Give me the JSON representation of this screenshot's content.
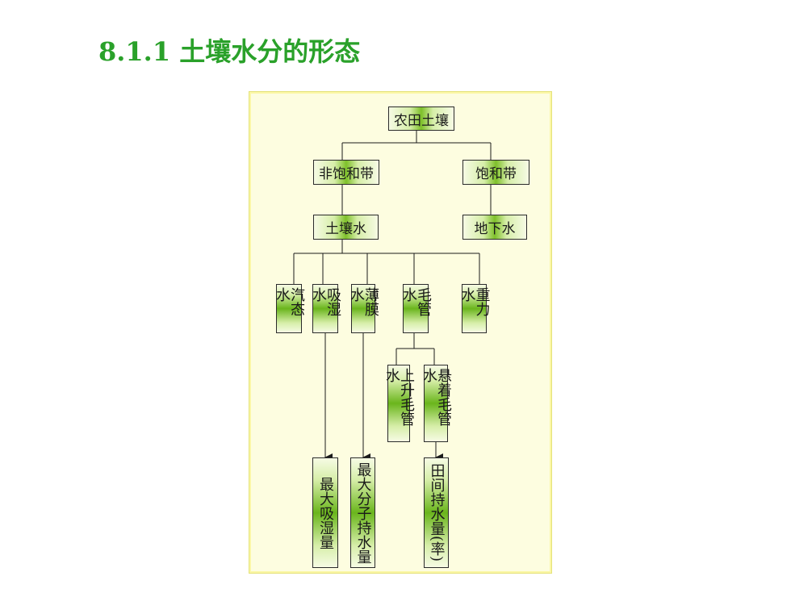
{
  "title": "8.1.1 土壤水分的形态",
  "diagram": {
    "root": "农田土壤",
    "unsaturated_zone": "非饱和带",
    "saturated_zone": "饱和带",
    "soil_water": "土壤水",
    "groundwater": "地下水",
    "vapor_water": "汽态水",
    "hygroscopic_water": "吸湿水",
    "film_water": "薄膜水",
    "capillary_water": "毛管水",
    "gravity_water": "重力水",
    "rising_capillary": "上升毛管水",
    "suspended_capillary": "悬着毛管水",
    "max_hygroscopic": "最大吸湿量",
    "max_molecular": "最大分子持水量",
    "field_capacity": "田间持水量(率)"
  }
}
